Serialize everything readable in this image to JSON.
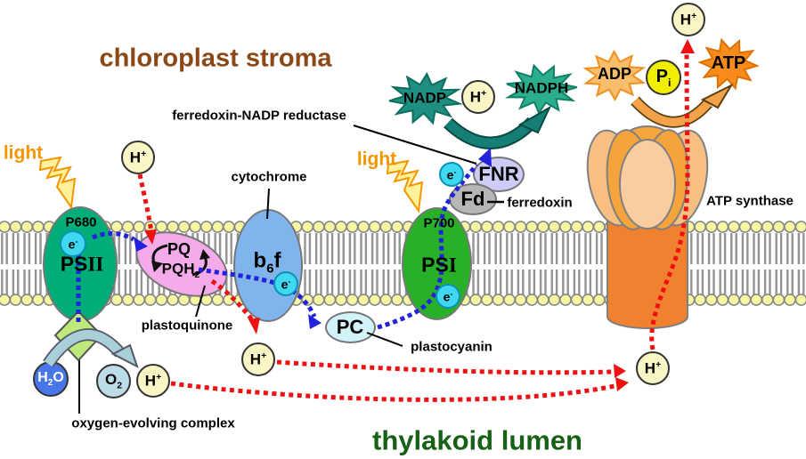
{
  "titles": {
    "stroma": "chloroplast stroma",
    "lumen": "thylakoid lumen"
  },
  "labels": {
    "light": "light",
    "cytochrome": "cytochrome",
    "plastoquinone": "plastoquinone",
    "plastocyanin": "plastocyanin",
    "ferredoxin": "ferredoxin",
    "fnr_full": "ferredoxin-NADP reductase",
    "oec": "oxygen-evolving complex",
    "atp_synthase": "ATP synthase"
  },
  "complexes": {
    "psii": {
      "ps": "PS",
      "num": "II",
      "center": "P680"
    },
    "psi": {
      "ps": "PS",
      "num": "I",
      "center": "P700"
    }
  },
  "molecules": {
    "h_plus": {
      "base": "H",
      "sup": "+"
    },
    "electron": {
      "base": "e",
      "sup": "-"
    },
    "h2o": {
      "pre": "H",
      "sub": "2",
      "post": "O"
    },
    "o2": {
      "pre": "O",
      "sub": "2"
    },
    "pq": "PQ",
    "pqh2": {
      "pre": "PQH",
      "sub": "2"
    },
    "b6f": {
      "pre": "b",
      "sub": "6",
      "post": "f"
    },
    "pc": "PC",
    "fd": "Fd",
    "fnr": "FNR",
    "nadp": "NADP",
    "nadph": "NADPH",
    "adp": "ADP",
    "atp": "ATP",
    "pi": {
      "pre": "P",
      "sub": "i"
    }
  },
  "colors": {
    "psii_green": "#00AC78",
    "psi_green": "#28B028",
    "b6f_blue": "#7FB4EC",
    "pq_pink": "#F4ABEA",
    "pc_cyan": "#D2F4F8",
    "fnr_lavender": "#CCCCF6",
    "fd_gray": "#B6B6B6",
    "electron_cyan": "#3ED8F0",
    "h_plus_yellow": "#FAF5C4",
    "h2o_blue": "#4876E8",
    "o2_blue": "#BCDDE8",
    "pi_yellow": "#F2EE00",
    "nadp_teal": "#1E8F80",
    "nadph_teal": "#2BAE8E",
    "adp_orange": "#F8BE6C",
    "atp_orange": "#F78C1A",
    "synthase_orange": "#F0812F",
    "membrane_head": "#F7F7A2",
    "oec_green": "#BFE97A",
    "stroma_brown": "#8B4715",
    "lumen_green": "#176117",
    "light_orange": "#F59500",
    "red_path": "#EE1111",
    "blue_path": "#2222DD",
    "o2_arrow": "#A9CFD8",
    "teal_arrow": "#157F75",
    "orange_arrow": "#F3A24A"
  }
}
